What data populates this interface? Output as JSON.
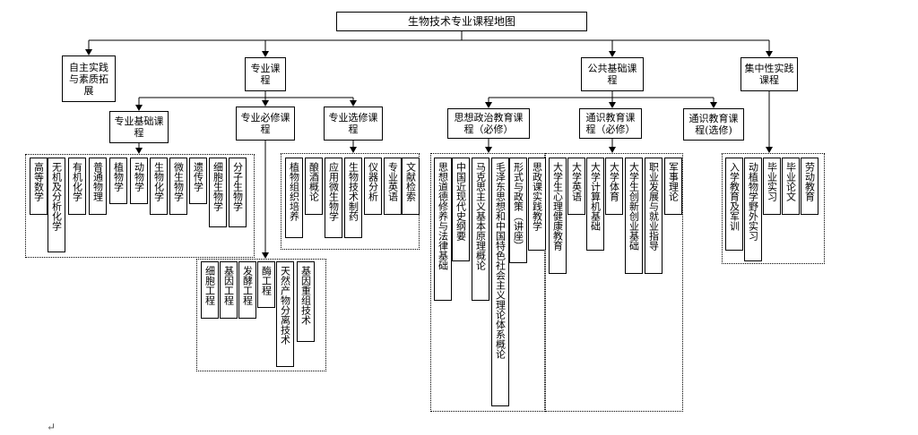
{
  "title": "生物技术专业课程地图",
  "level1": {
    "self": "自主实践与素质拓展",
    "major": "专业课程",
    "public": "公共基础课程",
    "practice": "集中性实践课程"
  },
  "level2": {
    "basic": "专业基础课程",
    "required": "专业必修课程",
    "elective": "专业选修课程",
    "politics": "思想政治教育课程（必修）",
    "general": "通识教育课程（必修）",
    "general_elective": "通识教育课程(选修)"
  },
  "basic_courses": [
    "高等数学",
    "无机及分析化学",
    "有机化学",
    "普通物理",
    "植物学",
    "动物学",
    "生物化学",
    "微生物学",
    "遗传学",
    "细胞生物学",
    "分子生物学"
  ],
  "elective_courses": [
    "植物组织培养",
    "酿酒概论",
    "应用微生物学",
    "生物技术制药",
    "仪器分析",
    "专业英语",
    "文献检索"
  ],
  "required_courses": [
    "细胞工程",
    "基因工程",
    "发酵工程",
    "酶工程",
    "天然产物分离技术",
    "基因重组技术"
  ],
  "politics_courses": [
    "思想道德修养与法律基础",
    "中国近现代史纲要",
    "马克思主义基本原理概论",
    "毛泽东思想和中国特色社会主义理论体系概论",
    "形式与政策（讲座）",
    "思政课实践教学"
  ],
  "general_courses": [
    "大学生心理健康教育",
    "大学英语",
    "大学计算机基础",
    "大学体育",
    "大学生创新创业基础",
    "职业发展与就业指导",
    "军事理论"
  ],
  "practice_courses": [
    "入学教育及军训",
    "动植物学野外实习",
    "毕业实习",
    "毕业论文",
    "劳动教育"
  ],
  "paragraph_mark": "↵"
}
